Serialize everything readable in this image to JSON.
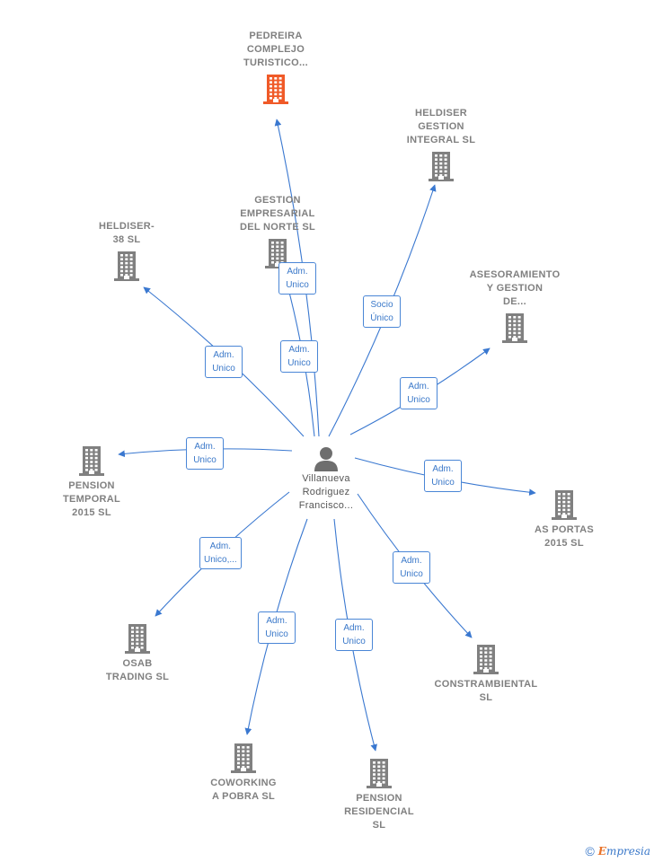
{
  "center": {
    "name": "Villanueva\nRodriguez\nFrancisco..."
  },
  "companies": [
    {
      "id": "pedreira",
      "name": "PEDREIRA\nCOMPLEJO\nTURISTICO...",
      "highlight": true
    },
    {
      "id": "heldiser-gestion",
      "name": "HELDISER\nGESTION\nINTEGRAL SL"
    },
    {
      "id": "gestion-empresarial",
      "name": "GESTION\nEMPRESARIAL\nDEL NORTE SL"
    },
    {
      "id": "heldiser-38",
      "name": "HELDISER-\n38 SL"
    },
    {
      "id": "asesoramiento",
      "name": "ASESORAMIENTO\nY GESTION\nDE..."
    },
    {
      "id": "pension-temporal",
      "name": "PENSION\nTEMPORAL\n2015 SL"
    },
    {
      "id": "as-portas",
      "name": "AS PORTAS\n2015 SL"
    },
    {
      "id": "osab",
      "name": "OSAB\nTRADING SL"
    },
    {
      "id": "constrambiental",
      "name": "CONSTRAMBIENTAL\nSL"
    },
    {
      "id": "coworking",
      "name": "COWORKING\nA POBRA SL"
    },
    {
      "id": "pension-residencial",
      "name": "PENSION\nRESIDENCIAL\nSL"
    }
  ],
  "relations": [
    {
      "to": "pedreira",
      "label": "Adm.\nUnico"
    },
    {
      "to": "gestion-empresarial",
      "label": "Adm.\nUnico"
    },
    {
      "to": "heldiser-gestion",
      "label": "Socio\nÚnico"
    },
    {
      "to": "heldiser-38",
      "label": "Adm.\nUnico"
    },
    {
      "to": "asesoramiento",
      "label": "Adm.\nUnico"
    },
    {
      "to": "pension-temporal",
      "label": "Adm.\nUnico"
    },
    {
      "to": "as-portas",
      "label": "Adm.\nUnico"
    },
    {
      "to": "osab",
      "label": "Adm.\nUnico,..."
    },
    {
      "to": "constrambiental",
      "label": "Adm.\nUnico"
    },
    {
      "to": "coworking",
      "label": "Adm.\nUnico"
    },
    {
      "to": "pension-residencial",
      "label": "Adm.\nUnico"
    }
  ],
  "colors": {
    "edge": "#3a78d0",
    "building": "#808080",
    "highlight": "#f05a28"
  },
  "footer": {
    "copyright": "©",
    "brand_first": "E",
    "brand_rest": "mpresia"
  }
}
